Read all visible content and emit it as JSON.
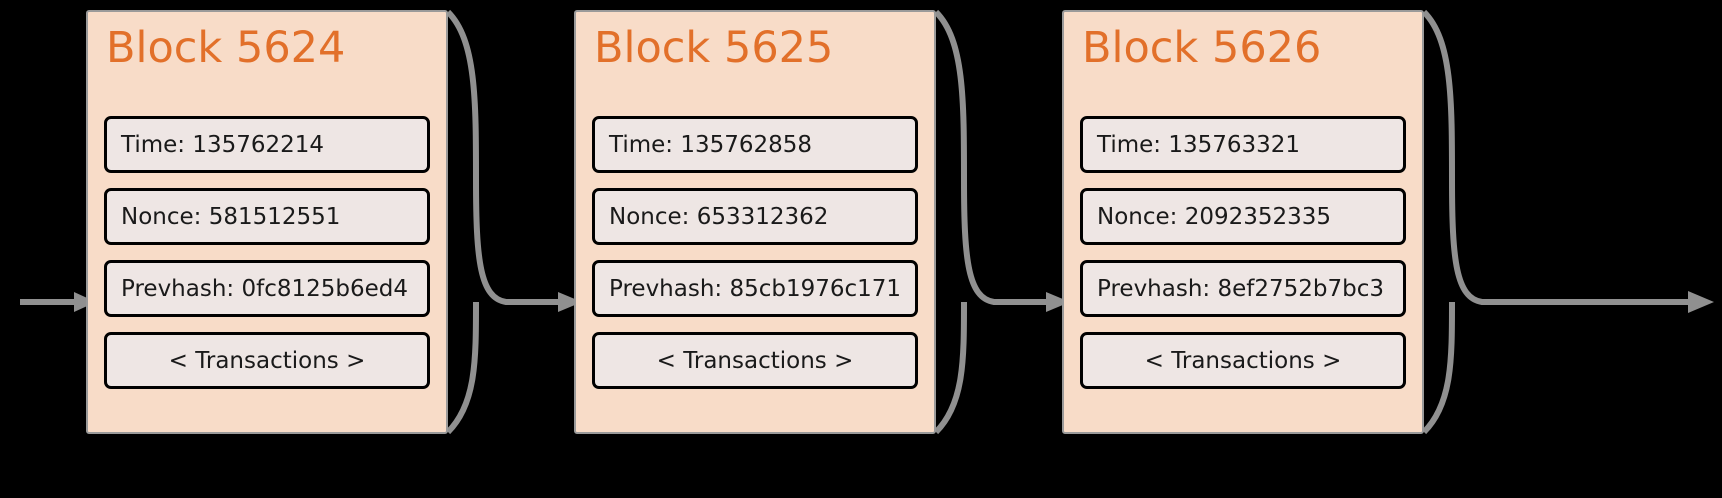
{
  "diagram": {
    "type": "blockchain-chain",
    "background_color": "#000000",
    "block_fill_color": "#f8dcc8",
    "block_border_color": "#9a9a9a",
    "title_color": "#e2702a",
    "field_fill_color": "#eee6e4",
    "field_border_color": "#000000",
    "arrow_color": "#909090",
    "field_labels": {
      "time": "Time:",
      "nonce": "Nonce:",
      "prevhash": "Prevhash:"
    },
    "blocks": [
      {
        "title": "Block 5624",
        "time": "Time: 135762214",
        "nonce": "Nonce: 581512551",
        "prevhash": "Prevhash: 0fc8125b6ed4",
        "transactions": "< Transactions >"
      },
      {
        "title": "Block 5625",
        "time": "Time: 135762858",
        "nonce": "Nonce: 653312362",
        "prevhash": "Prevhash: 85cb1976c171",
        "transactions": "< Transactions >"
      },
      {
        "title": "Block 5626",
        "time": "Time: 135763321",
        "nonce": "Nonce: 2092352335",
        "prevhash": "Prevhash: 8ef2752b7bc3",
        "transactions": "< Transactions >"
      }
    ],
    "connectors": [
      {
        "name": "arrow-into-block-5624"
      },
      {
        "name": "arrow-block-5624-to-5625"
      },
      {
        "name": "arrow-block-5625-to-5626"
      },
      {
        "name": "arrow-out-of-block-5626"
      }
    ]
  }
}
